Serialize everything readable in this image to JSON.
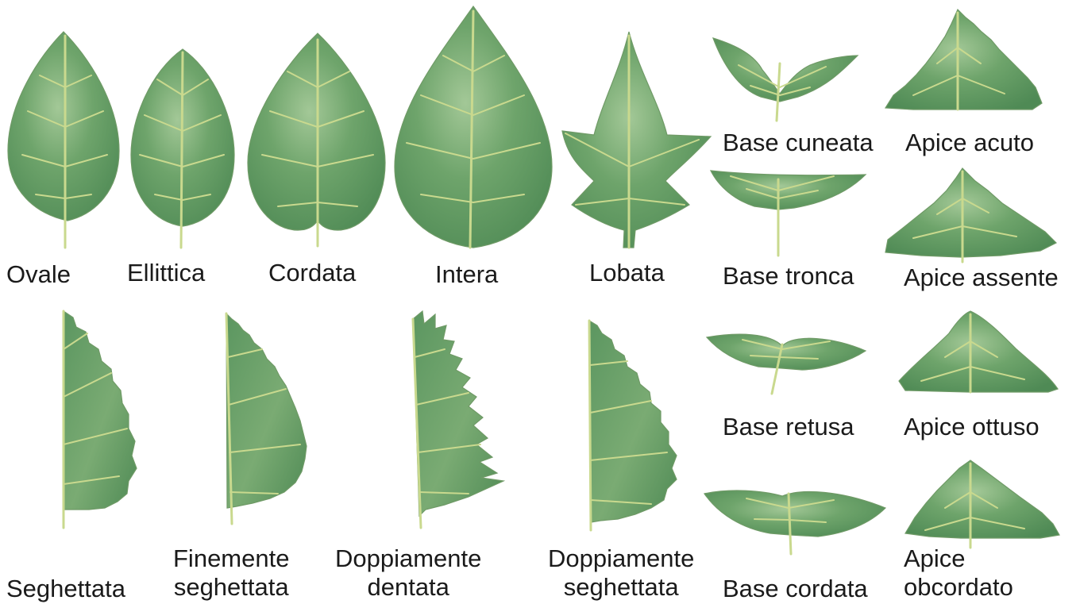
{
  "colors": {
    "leaf_dark": "#4f8a55",
    "leaf_mid": "#6ea46b",
    "leaf_light": "#9ec48f",
    "vein": "#c9d98e",
    "text": "#1a1a1a",
    "background": "#ffffff"
  },
  "shapes": {
    "ovale": "Ovale",
    "ellittica": "Ellittica",
    "cordata": "Cordata",
    "intera": "Intera",
    "lobata": "Lobata"
  },
  "margins": {
    "seghettata": "Seghettata",
    "finemente_l1": "Finemente",
    "finemente_l2": "seghettata",
    "dopp_dentata_l1": "Doppiamente",
    "dopp_dentata_l2": "dentata",
    "dopp_seghettata_l1": "Doppiamente",
    "dopp_seghettata_l2": "seghettata"
  },
  "bases": {
    "cuneata": "Base cuneata",
    "tronca": "Base tronca",
    "retusa": "Base retusa",
    "cordata": "Base cordata"
  },
  "apices": {
    "acuto": "Apice acuto",
    "assente": "Apice assente",
    "ottuso": "Apice ottuso",
    "obcordato_l1": "Apice",
    "obcordato_l2": "obcordato"
  }
}
